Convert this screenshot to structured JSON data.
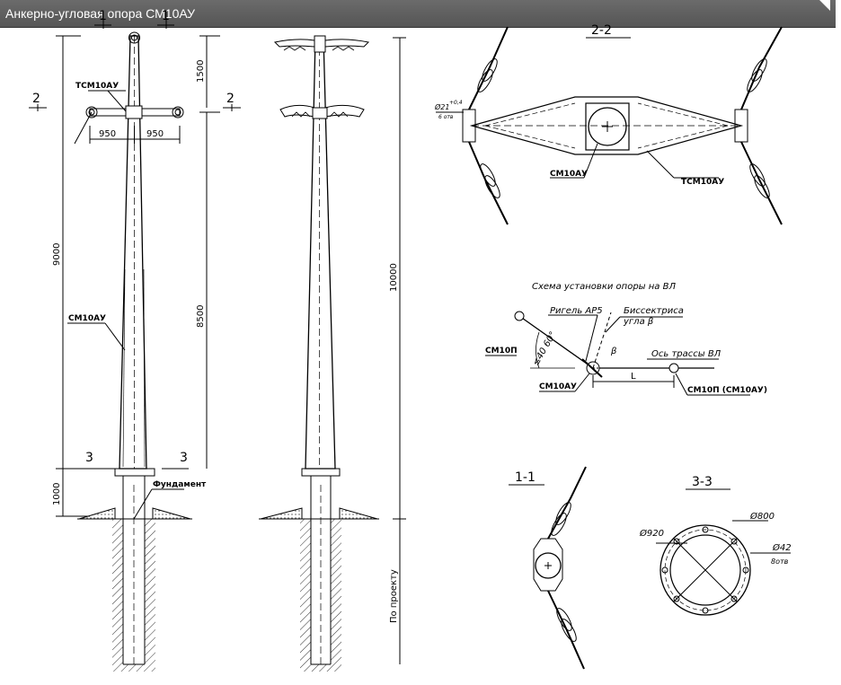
{
  "title": "Анкерно-угловая опора СМ10АУ",
  "left_view": {
    "label_tsm": "ТСМ10АУ",
    "label_sm": "СМ10АУ",
    "label_foundation": "Фундамент",
    "dim_1500": "1500",
    "dim_9000": "9000",
    "dim_8500": "8500",
    "dim_1000": "1000",
    "dim_950_left": "950",
    "dim_950_right": "950",
    "section_1": "1",
    "section_2": "2",
    "section_3": "3"
  },
  "middle_view": {
    "dim_10000": "10000",
    "per_project": "По проекту"
  },
  "view_2_2": {
    "title": "2-2",
    "label_sm": "СМ10АУ",
    "label_tsm": "ТСМ10АУ",
    "hole_dia": "Ø21",
    "hole_tol": "+0,4",
    "hole_count": "6 отв"
  },
  "scheme": {
    "title": "Схема установки опоры на ВЛ",
    "rigel": "Ригель АР5",
    "bisector_1": "Биссектриса",
    "bisector_2": "угла β",
    "axis": "Ось трассы ВЛ",
    "sm10p_left": "СМ10П",
    "sm10au": "СМ10АУ",
    "sm10p_right": "СМ10П (СМ10АУ)",
    "span": "L",
    "angle": "≤40 60°",
    "beta": "β"
  },
  "view_1_1": {
    "title": "1-1"
  },
  "view_3_3": {
    "title": "3-3",
    "dia_920": "Ø920",
    "dia_800": "Ø800",
    "dia_42": "Ø42",
    "holes": "8отв"
  }
}
